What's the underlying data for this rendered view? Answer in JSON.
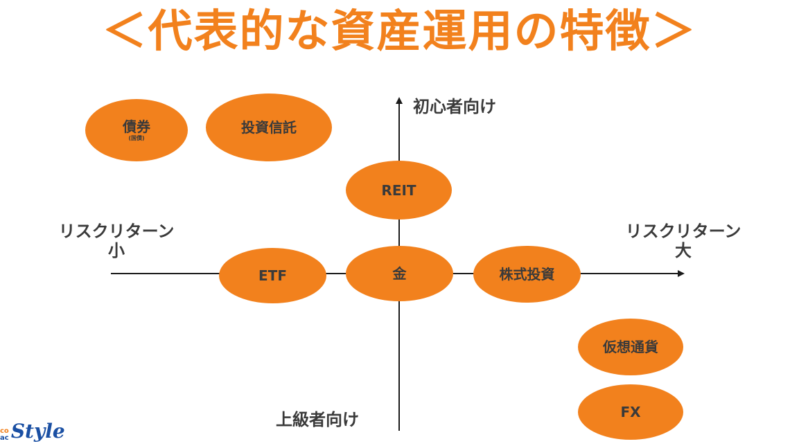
{
  "title": "＜代表的な資産運用の特徴＞",
  "axes": {
    "top": "初心者向け",
    "bottom": "上級者向け",
    "left_line1": "リスクリターン",
    "left_line2": "小",
    "right_line1": "リスクリターン",
    "right_line2": "大"
  },
  "assets": {
    "bond": {
      "label": "債券",
      "sub": "(国債)"
    },
    "trust": {
      "label": "投資信託"
    },
    "reit": {
      "label": "REIT"
    },
    "etf": {
      "label": "ETF"
    },
    "gold": {
      "label": "金"
    },
    "stock": {
      "label": "株式投資"
    },
    "crypto": {
      "label": "仮想通貨"
    },
    "fx": {
      "label": "FX"
    }
  },
  "logo": {
    "small_top": "co",
    "small_bottom": "ac",
    "main": "Style"
  },
  "colors": {
    "accent": "#f2811d",
    "text": "#3a3a3a",
    "line": "#1a1a1a",
    "logo_blue": "#1a4fa3"
  }
}
